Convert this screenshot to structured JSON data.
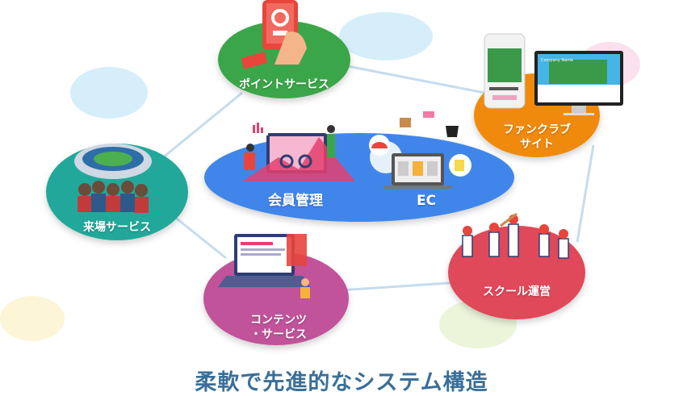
{
  "title": "柔軟で先進的なシステム構造",
  "nodes": {
    "point": {
      "label": "ポイントサービス",
      "color": "#3aa64a"
    },
    "fanclub": {
      "line1": "ファンクラブ",
      "line2": "サイト",
      "color": "#ef8a10"
    },
    "member": {
      "label": "会員管理",
      "color": "#3f86ea"
    },
    "ec": {
      "label": "EC"
    },
    "venue": {
      "label": "来場サービス",
      "color": "#22a89a"
    },
    "contents": {
      "line1": "コンテンツ",
      "line2": "・サービス",
      "color": "#c0529a"
    },
    "school": {
      "label": "スクール運営",
      "color": "#df4a5a"
    }
  },
  "fanclub_screen": {
    "site_name": "Company Name"
  }
}
